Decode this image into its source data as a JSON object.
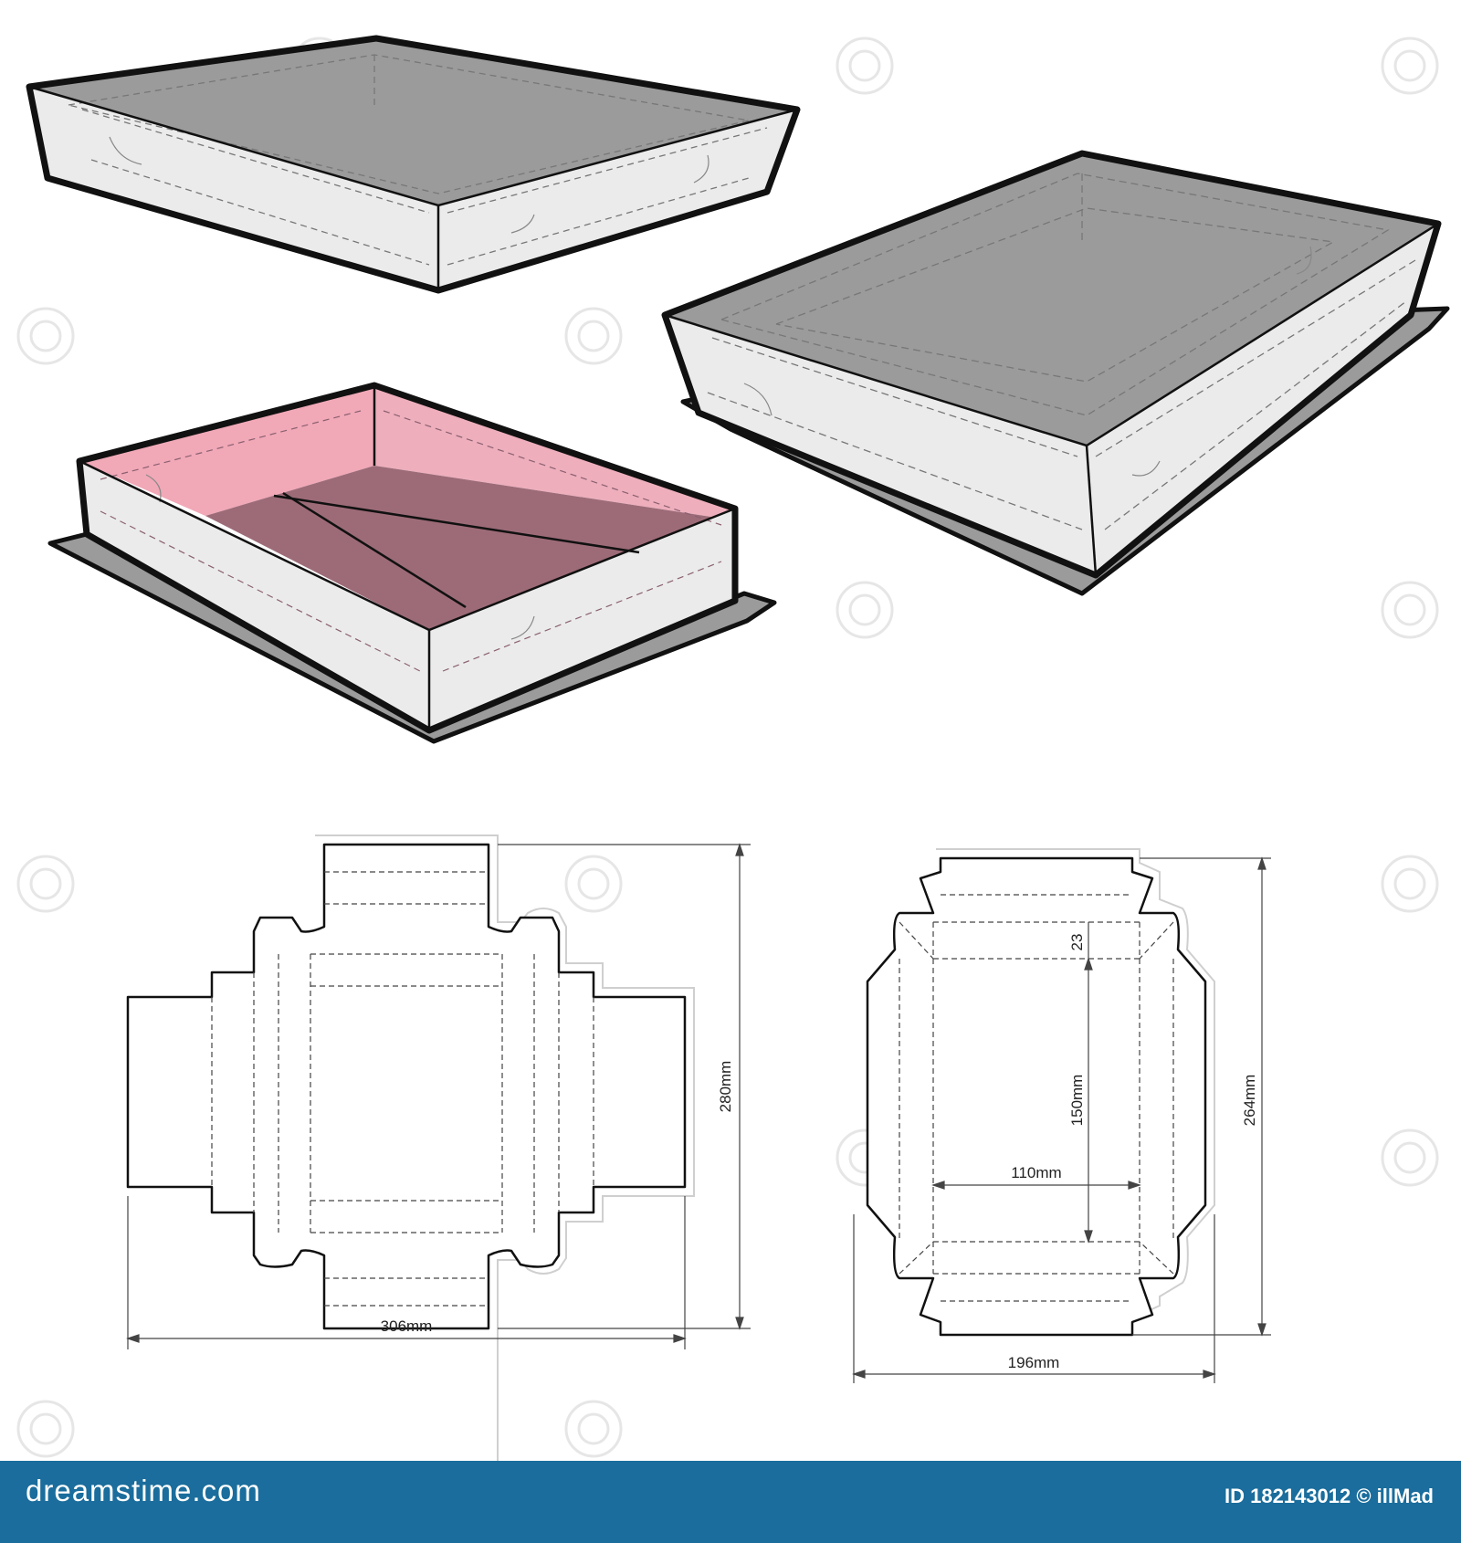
{
  "colors": {
    "outline": "#111111",
    "lid_top": "#9b9b9b",
    "wall": "#ebebeb",
    "interior_pink": "#f1a8b7",
    "floor_mauve": "#9d6b78",
    "footer_blue": "#1a6d9c"
  },
  "dimensions": {
    "left_width": "306mm",
    "left_height": "280mm",
    "right_width": "196mm",
    "right_height": "264mm",
    "inner_width": "110mm",
    "inner_height": "150mm",
    "flap_depth": "23"
  },
  "footer": {
    "brand": "dreamstime.com",
    "image_id": "ID 182143012 © illMad"
  }
}
